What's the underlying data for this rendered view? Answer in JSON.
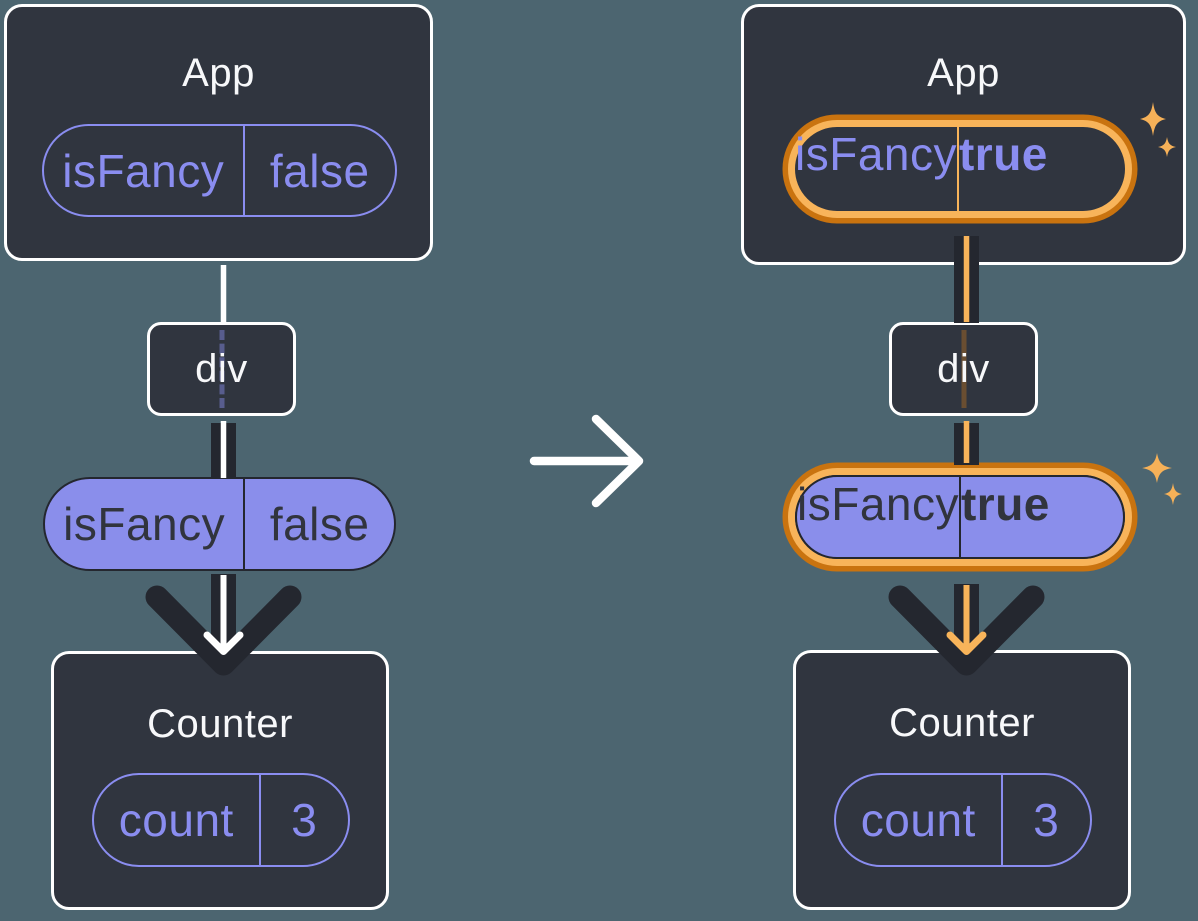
{
  "before": {
    "app": {
      "title": "App",
      "prop": {
        "name": "isFancy",
        "value": "false"
      }
    },
    "div": {
      "label": "div"
    },
    "passed_prop": {
      "name": "isFancy",
      "value": "false"
    },
    "counter": {
      "title": "Counter",
      "state": {
        "name": "count",
        "value": "3"
      }
    }
  },
  "after": {
    "app": {
      "title": "App",
      "prop": {
        "name": "isFancy",
        "value": "true"
      }
    },
    "div": {
      "label": "div"
    },
    "passed_prop": {
      "name": "isFancy",
      "value": "true"
    },
    "counter": {
      "title": "Counter",
      "state": {
        "name": "count",
        "value": "3"
      }
    }
  },
  "icons": {
    "transition_arrow": "right-arrow-icon",
    "flow_arrow": "down-arrow-icon",
    "sparkle": "sparkle-icon"
  },
  "colors": {
    "background": "#4C6570",
    "card_background": "#30353F",
    "card_border": "#FFFFFF",
    "purple_accent": "#8A8DF0",
    "purple_fill": "#8A8EEB",
    "dark_ink": "#24272F",
    "orange_dark": "#C9730F",
    "orange_light": "#F8B45A",
    "sparkle": "#F6B158",
    "title_text": "#F7F8FA"
  }
}
